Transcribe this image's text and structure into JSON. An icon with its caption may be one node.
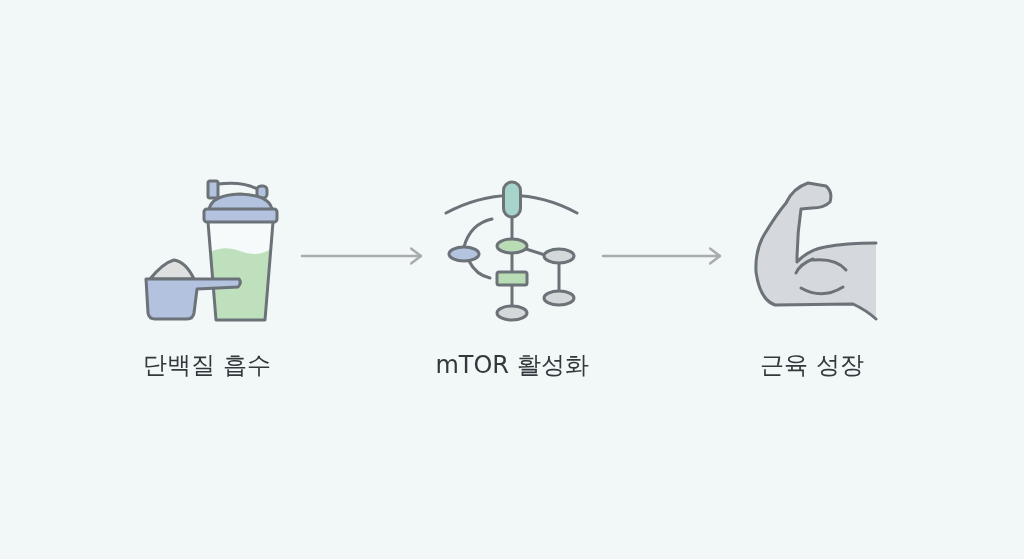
{
  "diagram": {
    "nodes": [
      {
        "text": [
          "단백질 흡수"
        ]
      },
      {
        "text": [
          "mTOR 활성화"
        ]
      },
      {
        "text": [
          "근육 성장"
        ]
      }
    ],
    "edges": [
      {
        "from": 0,
        "to": 1,
        "arrow": "to"
      },
      {
        "from": 1,
        "to": 2,
        "arrow": "to"
      }
    ]
  }
}
